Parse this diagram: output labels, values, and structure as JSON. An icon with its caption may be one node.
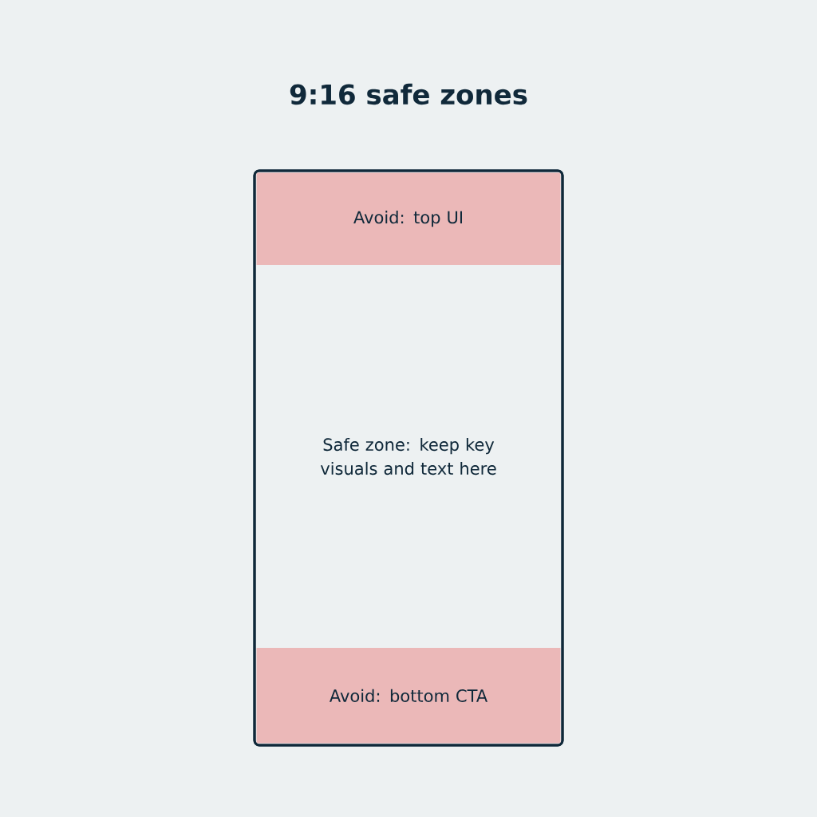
{
  "diagram": {
    "title": "9:16 safe zones",
    "nodes": [
      {
        "text": [],
        "shape": "box"
      },
      {
        "text": [
          "Avoid: top UI"
        ],
        "in": 0
      },
      {
        "text": [
          "Safe zone: keep key visuals and text here"
        ],
        "in": 0
      },
      {
        "text": [
          "Avoid: bottom CTA"
        ],
        "in": 0
      }
    ]
  }
}
